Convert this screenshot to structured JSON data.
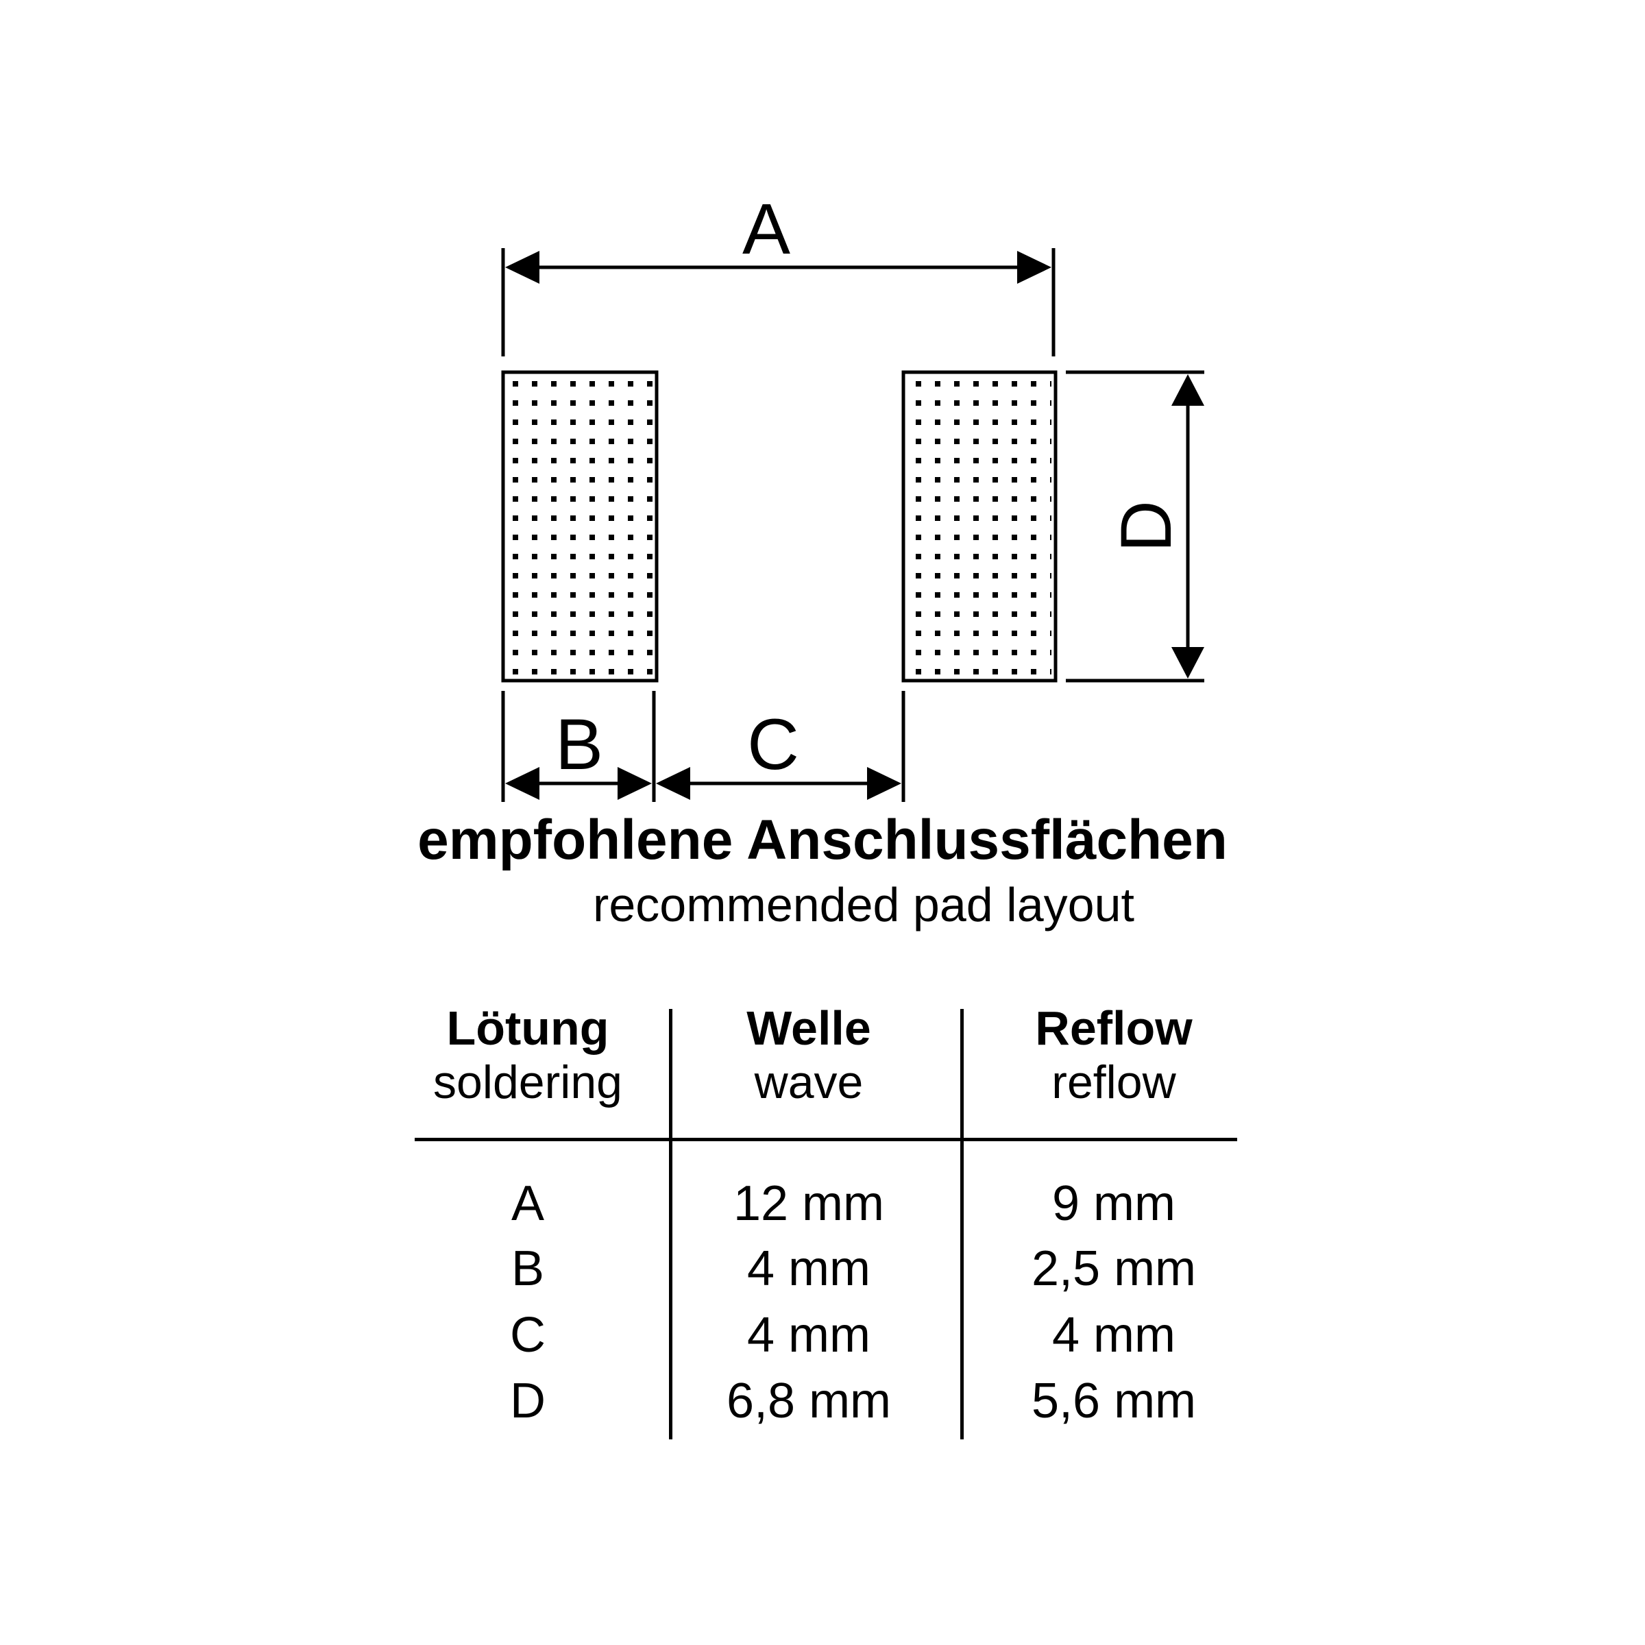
{
  "dimension_labels": {
    "a": "A",
    "b": "B",
    "c": "C",
    "d": "D"
  },
  "caption": {
    "title": "empfohlene Anschlussflächen",
    "subtitle": "recommended pad layout"
  },
  "table": {
    "headers": [
      {
        "de": "Lötung",
        "en": "soldering"
      },
      {
        "de": "Welle",
        "en": "wave"
      },
      {
        "de": "Reflow",
        "en": "reflow"
      }
    ],
    "rows": [
      [
        "A",
        "12 mm",
        "9 mm"
      ],
      [
        "B",
        "4 mm",
        "2,5 mm"
      ],
      [
        "C",
        "4 mm",
        "4 mm"
      ],
      [
        "D",
        "6,8 mm",
        "5,6 mm"
      ]
    ]
  }
}
